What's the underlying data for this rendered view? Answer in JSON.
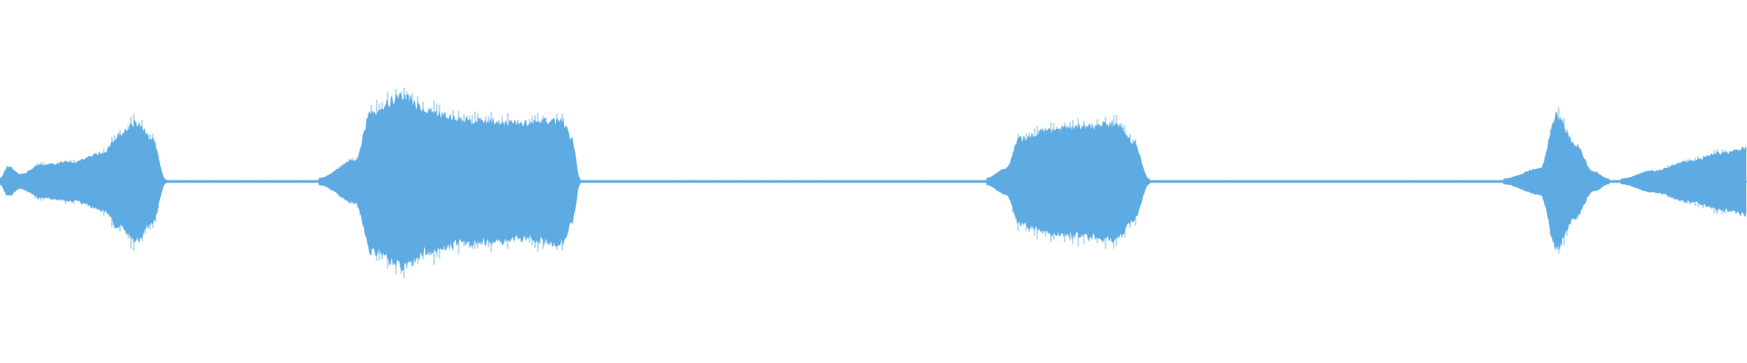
{
  "waveform": {
    "color": "#5dabe2",
    "background": "#ffffff",
    "duration_fraction_segments": [
      {
        "start": 0.0,
        "end": 0.095,
        "peak": 0.34
      },
      {
        "start": 0.183,
        "end": 0.332,
        "peak": 0.49
      },
      {
        "start": 0.565,
        "end": 0.658,
        "peak": 0.35
      },
      {
        "start": 0.861,
        "end": 0.921,
        "peak": 0.38
      },
      {
        "start": 0.928,
        "end": 1.0,
        "peak": 0.19
      }
    ]
  }
}
